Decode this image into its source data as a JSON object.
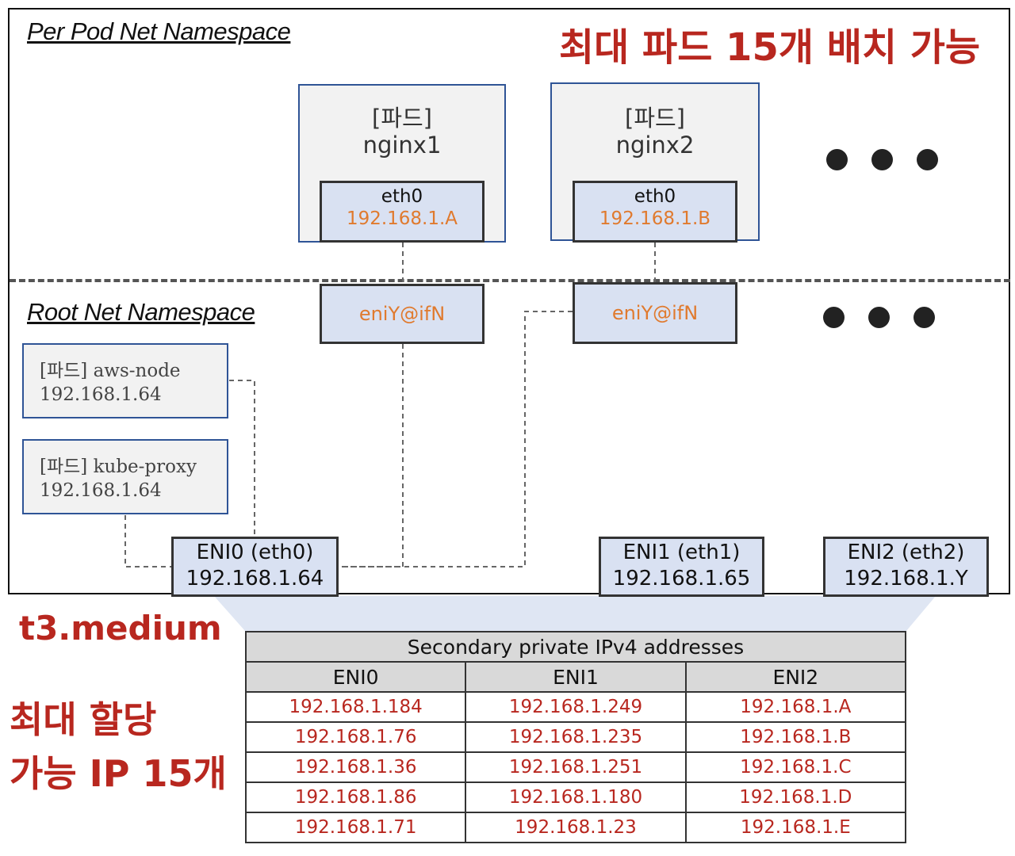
{
  "per_pod_ns_label": "Per Pod  Net Namespace",
  "root_ns_label": "Root Net Namespace",
  "headline_top": "최대 파드 15개 배치 가능",
  "instance_type": "t3.medium",
  "max_ip_line1": "최대 할당",
  "max_ip_line2": "가능 IP 15개",
  "colors": {
    "accent_red": "#b8271f",
    "ip_orange": "#e07a2e",
    "box_blue": "#d9e1f2",
    "border_blue": "#2f5496"
  },
  "pods": [
    {
      "tag": "[파드]",
      "name": "nginx1",
      "iface": "eth0",
      "ip": "192.168.1.A",
      "veth": "eniY@ifN"
    },
    {
      "tag": "[파드]",
      "name": "nginx2",
      "iface": "eth0",
      "ip": "192.168.1.B",
      "veth": "eniY@ifN"
    }
  ],
  "system_pods": [
    {
      "label": "[파드] aws-node",
      "ip": "192.168.1.64"
    },
    {
      "label": "[파드] kube-proxy",
      "ip": "192.168.1.64"
    }
  ],
  "enis": [
    {
      "name": "ENI0 (eth0)",
      "ip": "192.168.1.64"
    },
    {
      "name": "ENI1 (eth1)",
      "ip": "192.168.1.65"
    },
    {
      "name": "ENI2 (eth2)",
      "ip": "192.168.1.Y"
    }
  ],
  "table": {
    "title": "Secondary private IPv4 addresses",
    "columns": [
      "ENI0",
      "ENI1",
      "ENI2"
    ],
    "rows": [
      [
        "192.168.1.184",
        "192.168.1.249",
        "192.168.1.A"
      ],
      [
        "192.168.1.76",
        "192.168.1.235",
        "192.168.1.B"
      ],
      [
        "192.168.1.36",
        "192.168.1.251",
        "192.168.1.C"
      ],
      [
        "192.168.1.86",
        "192.168.1.180",
        "192.168.1.D"
      ],
      [
        "192.168.1.71",
        "192.168.1.23",
        "192.168.1.E"
      ]
    ]
  }
}
